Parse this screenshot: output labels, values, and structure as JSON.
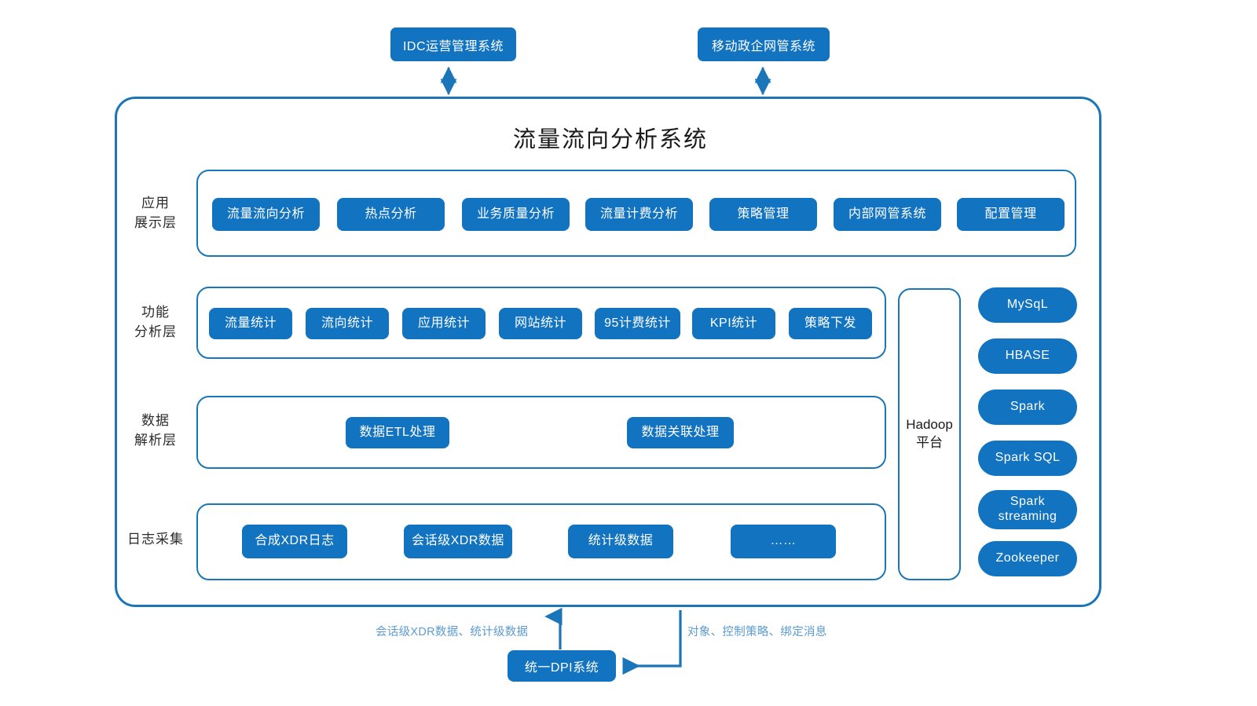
{
  "diagram": {
    "title": "流量流向分析系统",
    "external_top": [
      {
        "label": "IDC运营管理系统"
      },
      {
        "label": "移动政企网管系统"
      }
    ],
    "layers": [
      {
        "label": "应用\n展示层",
        "items": [
          {
            "label": "流量流向分析"
          },
          {
            "label": "热点分析"
          },
          {
            "label": "业务质量分析"
          },
          {
            "label": "流量计费分析"
          },
          {
            "label": "策略管理"
          },
          {
            "label": "内部网管系统"
          },
          {
            "label": "配置管理"
          }
        ]
      },
      {
        "label": "功能\n分析层",
        "items": [
          {
            "label": "流量统计"
          },
          {
            "label": "流向统计"
          },
          {
            "label": "应用统计"
          },
          {
            "label": "网站统计"
          },
          {
            "label": "95计费统计"
          },
          {
            "label": "KPI统计"
          },
          {
            "label": "策略下发"
          }
        ]
      },
      {
        "label": "数据\n解析层",
        "items": [
          {
            "label": "数据ETL处理"
          },
          {
            "label": "数据关联处理"
          }
        ]
      },
      {
        "label": "日志采集",
        "items": [
          {
            "label": "合成XDR日志"
          },
          {
            "label": "会话级XDR数据"
          },
          {
            "label": "统计级数据"
          },
          {
            "label": "……"
          }
        ]
      }
    ],
    "platform": {
      "label": "Hadoop\n平台",
      "stack": [
        {
          "label": "MySqL"
        },
        {
          "label": "HBASE"
        },
        {
          "label": "Spark"
        },
        {
          "label": "Spark SQL"
        },
        {
          "label": "Spark\nstreaming"
        },
        {
          "label": "Zookeeper"
        }
      ]
    },
    "bottom": {
      "dpi_label": "统一DPI系统",
      "up_flow_label": "会话级XDR数据、统计级数据",
      "down_flow_label": "对象、控制策略、绑定消息"
    },
    "colors": {
      "accent": "#1273c0",
      "border": "#1a76b8",
      "flow_label": "#5b9bd0",
      "title": "#1a1a1a"
    }
  }
}
